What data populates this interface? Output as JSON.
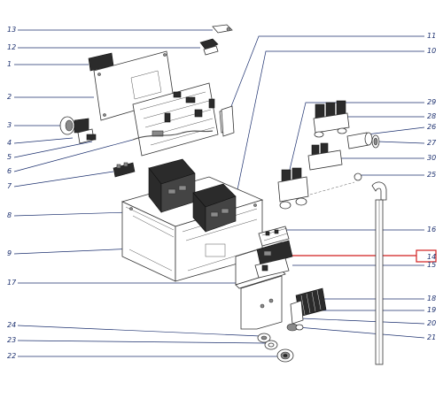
{
  "labels": {
    "l1": "1",
    "l2": "2",
    "l3": "3",
    "l4": "4",
    "l5": "5",
    "l6": "6",
    "l7": "7",
    "l8": "8",
    "l9": "9",
    "l10": "10",
    "l11": "11",
    "l12": "12",
    "l13": "13",
    "l14": "14",
    "l15": "15",
    "l16": "16",
    "l17": "17",
    "l18": "18",
    "l19": "19",
    "l20": "20",
    "l21": "21",
    "l22": "22",
    "l23": "23",
    "l24": "24",
    "l25": "25",
    "l26": "26",
    "l27": "27",
    "l28": "28",
    "l29": "29",
    "l30": "30"
  },
  "highlighted_label": "14",
  "colors": {
    "label": "#1b2f6e",
    "highlight": "#d11f1f",
    "line": "#333333"
  }
}
